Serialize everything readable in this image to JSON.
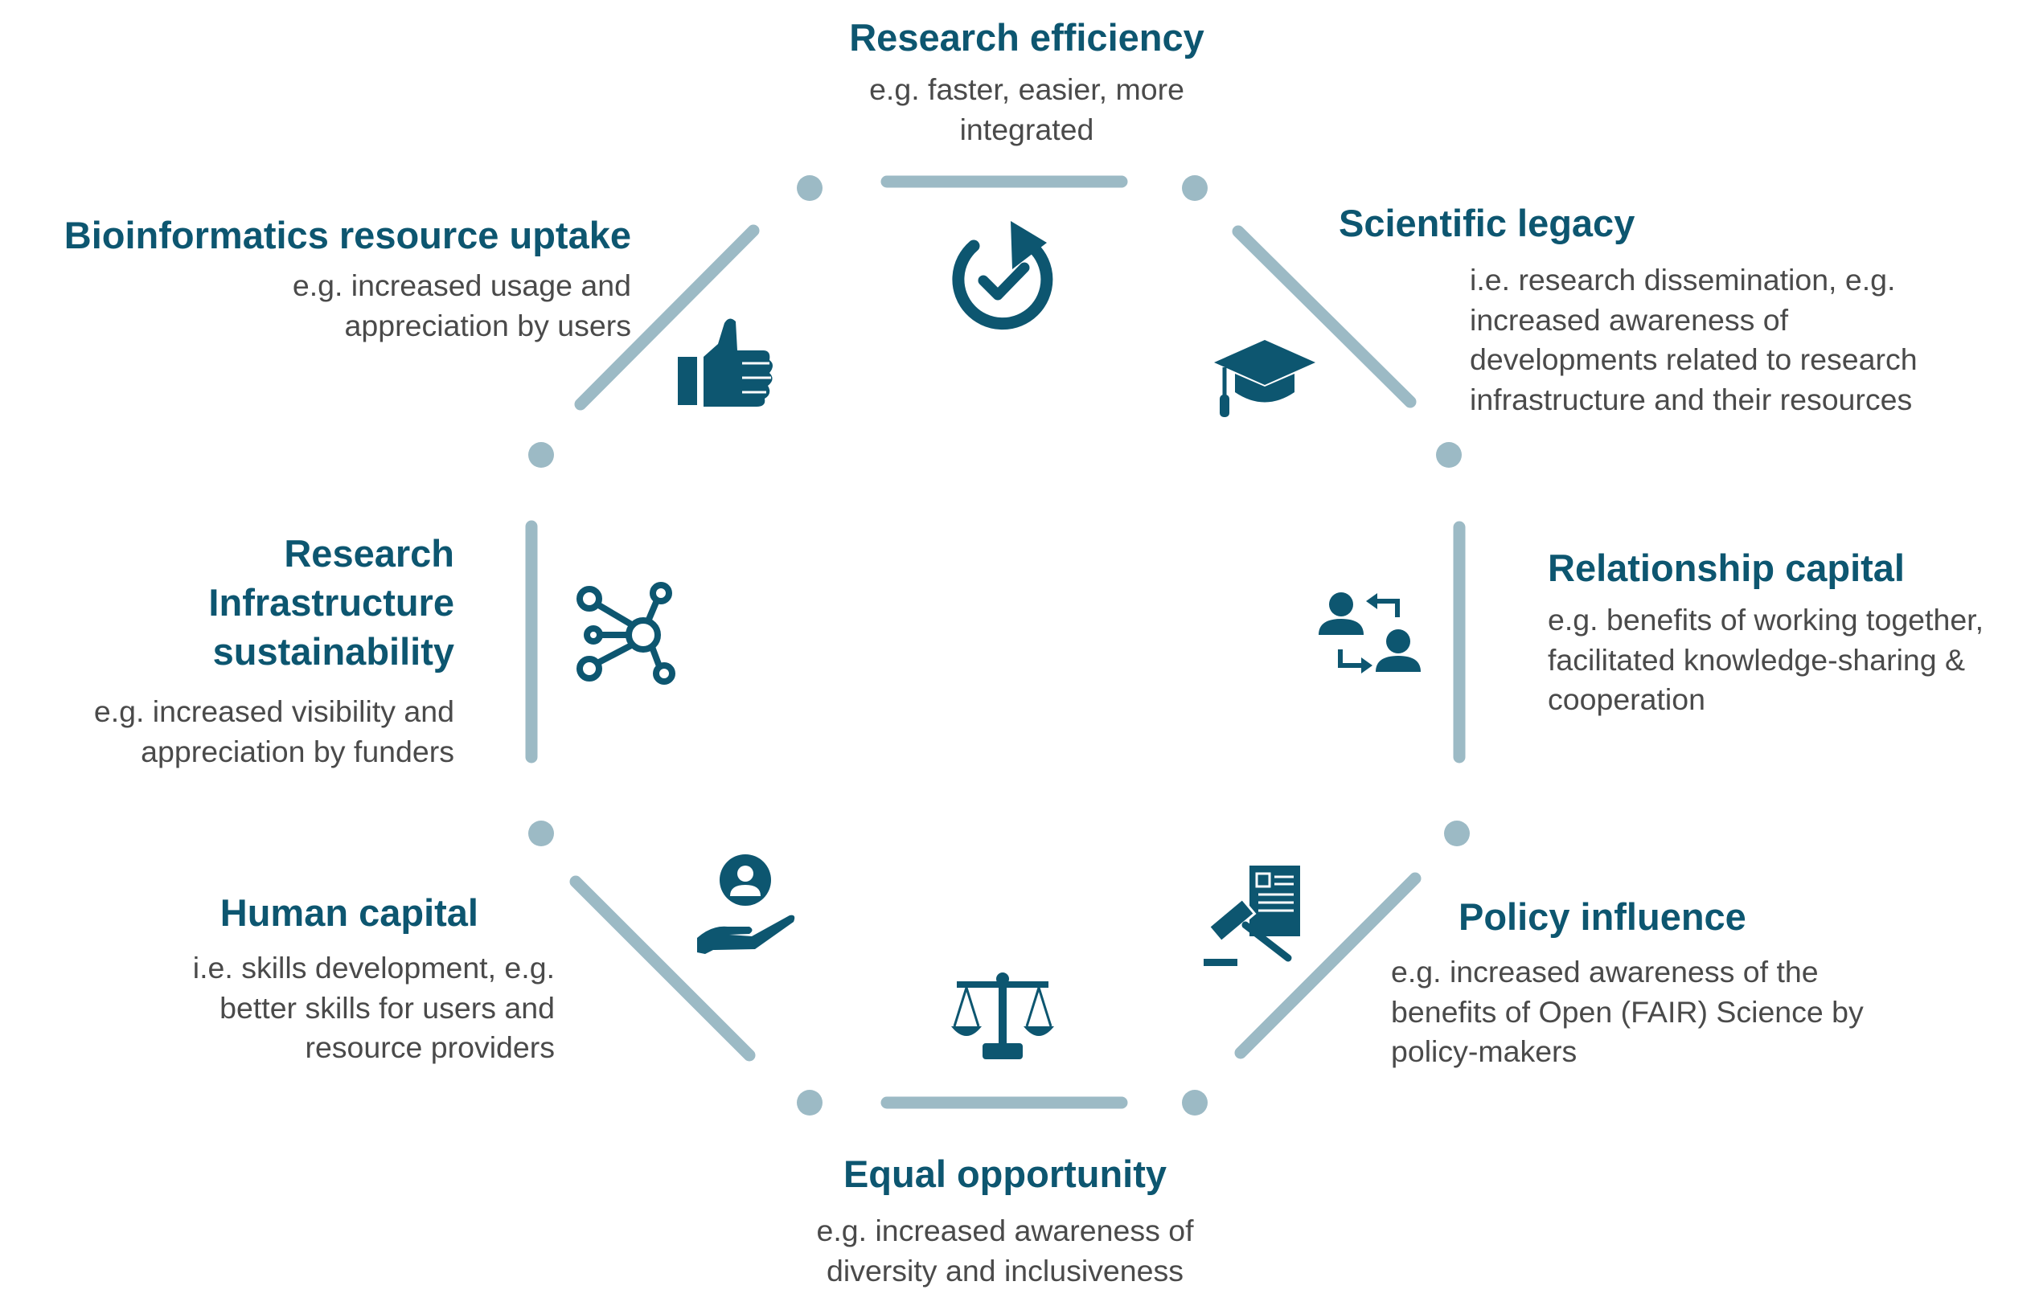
{
  "colors": {
    "title": "#0d5670",
    "description": "#4a4a4a",
    "octagon_line": "#9cbac5",
    "icon": "#0d5670",
    "background": "#ffffff"
  },
  "outcomes": [
    {
      "id": "research-efficiency",
      "title": "Research efficiency",
      "description": "e.g. faster, easier, more integrated",
      "icon": "refresh-check-icon"
    },
    {
      "id": "scientific-legacy",
      "title": "Scientific legacy",
      "description": "i.e. research dissemination, e.g. increased awareness of developments related to research infrastructure and their resources",
      "icon": "graduation-cap-icon"
    },
    {
      "id": "relationship-capital",
      "title": "Relationship capital",
      "description": "e.g. benefits of working together, facilitated knowledge-sharing & cooperation",
      "icon": "people-exchange-icon"
    },
    {
      "id": "policy-influence",
      "title": "Policy influence",
      "description": "e.g. increased awareness of the benefits of Open (FAIR) Science by policy-makers",
      "icon": "gavel-document-icon"
    },
    {
      "id": "equal-opportunity",
      "title": "Equal opportunity",
      "description": "e.g. increased awareness of diversity and inclusiveness",
      "icon": "balance-scale-icon"
    },
    {
      "id": "human-capital",
      "title": "Human capital",
      "description": "i.e. skills development, e.g. better skills for users and resource providers",
      "icon": "hand-person-icon"
    },
    {
      "id": "ri-sustainability",
      "title": "Research Infrastructure sustainability",
      "description": "e.g. increased visibility and appreciation by funders",
      "icon": "network-hub-icon"
    },
    {
      "id": "resource-uptake",
      "title": "Bioinformatics resource uptake",
      "description": "e.g. increased usage and appreciation by users",
      "icon": "thumbs-up-icon"
    }
  ]
}
